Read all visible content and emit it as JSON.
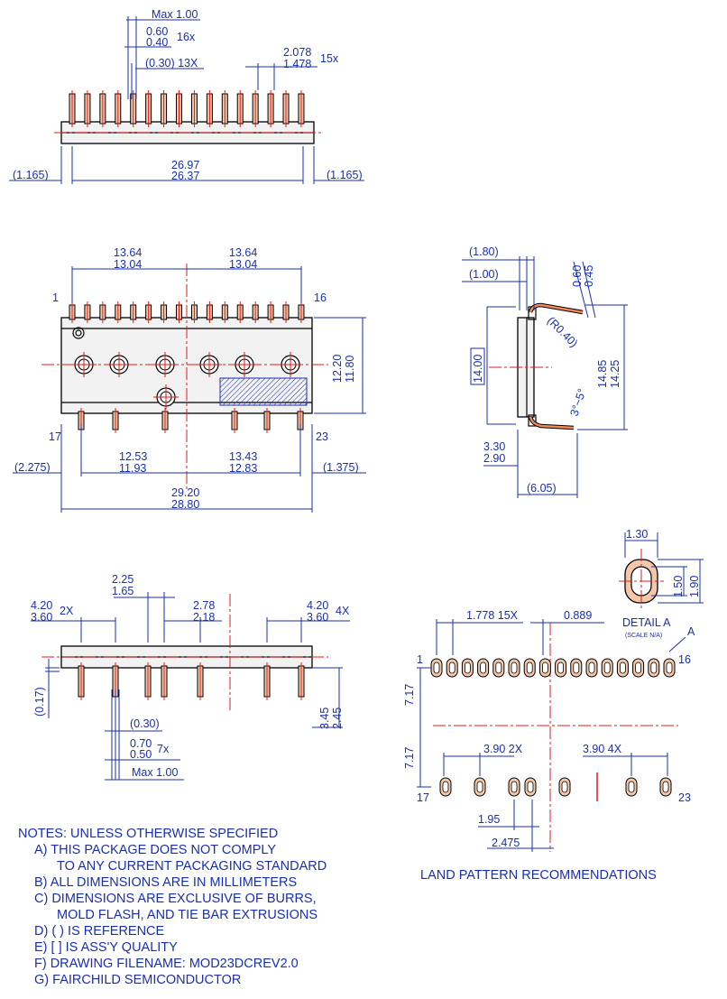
{
  "top_view": {
    "max_lead": "Max 1.00",
    "lead_w_max": "0.60",
    "lead_w_min": "0.40",
    "lead_w_count": "16x",
    "lead_ref": "(0.30) 13X",
    "pitch_max": "2.078",
    "pitch_min": "1.478",
    "pitch_count": "15x",
    "len_max": "26.97",
    "len_min": "26.37",
    "ref_left": "(1.165)",
    "ref_right": "(1.165)"
  },
  "front_view": {
    "half_left_max": "13.64",
    "half_left_min": "13.04",
    "half_right_max": "13.64",
    "half_right_min": "13.04",
    "pin1": "1",
    "pin16": "16",
    "pin17": "17",
    "pin23": "23",
    "height_max": "12.20",
    "height_min": "11.80",
    "bottom_left_max": "12.53",
    "bottom_left_min": "11.93",
    "bottom_right_max": "13.43",
    "bottom_right_min": "12.83",
    "ref_left": "(2.275)",
    "ref_right": "(1.375)",
    "total_max": "29.20",
    "total_min": "28.80"
  },
  "side_view": {
    "ref_180": "(1.80)",
    "ref_100": "(1.00)",
    "thick_max": "0.60",
    "thick_min": "0.45",
    "radius": "(R0.40)",
    "body_h": "14.00",
    "span_max": "14.85",
    "span_min": "14.25",
    "angle": "3°~5°",
    "stand_max": "3.30",
    "stand_min": "2.90",
    "ref_605": "(6.05)"
  },
  "bottom_view": {
    "a_max": "2.25",
    "a_min": "1.65",
    "left_max": "4.20",
    "left_min": "3.60",
    "left_count": "2X",
    "mid_max": "2.78",
    "mid_min": "2.18",
    "right_max": "4.20",
    "right_min": "3.60",
    "right_count": "4X",
    "ref_017": "(0.17)",
    "h_max": "3.45",
    "h_min": "2.45",
    "ref_030": "(0.30)",
    "w_max": "0.70",
    "w_min": "0.50",
    "w_count": "7x",
    "max_lead": "Max 1.00"
  },
  "detail_a": {
    "width": "1.30",
    "inner_h": "1.50",
    "outer_h": "1.90",
    "title": "DETAIL A",
    "scale": "(SCALE N/A)",
    "marker": "A"
  },
  "land_pattern": {
    "pitch": "1.778 15X",
    "half": "0.889",
    "pin1": "1",
    "pin16": "16",
    "pin17": "17",
    "pin23": "23",
    "row_top": "7.17",
    "row_bot": "7.17",
    "left_pitch": "3.90 2X",
    "right_pitch": "3.90 4X",
    "d195": "1.95",
    "d2475": "2.475",
    "caption": "LAND PATTERN RECOMMENDATIONS"
  },
  "notes": {
    "title": "NOTES: UNLESS OTHERWISE SPECIFIED",
    "a1": "A) THIS PACKAGE DOES NOT COMPLY",
    "a2": "TO ANY CURRENT PACKAGING STANDARD",
    "b": "B) ALL DIMENSIONS ARE IN MILLIMETERS",
    "c1": "C) DIMENSIONS ARE EXCLUSIVE OF BURRS,",
    "c2": "MOLD FLASH, AND TIE BAR EXTRUSIONS",
    "d": "D) ( ) IS REFERENCE",
    "e": "E) [ ] IS ASS'Y QUALITY",
    "f": "F) DRAWING FILENAME: MOD23DCREV2.0",
    "g": "G) FAIRCHILD SEMICONDUCTOR"
  },
  "colors": {
    "dimension": "#1a2fb0",
    "centerline": "#e01b1b",
    "lead_fill": "#f5c6a8"
  }
}
